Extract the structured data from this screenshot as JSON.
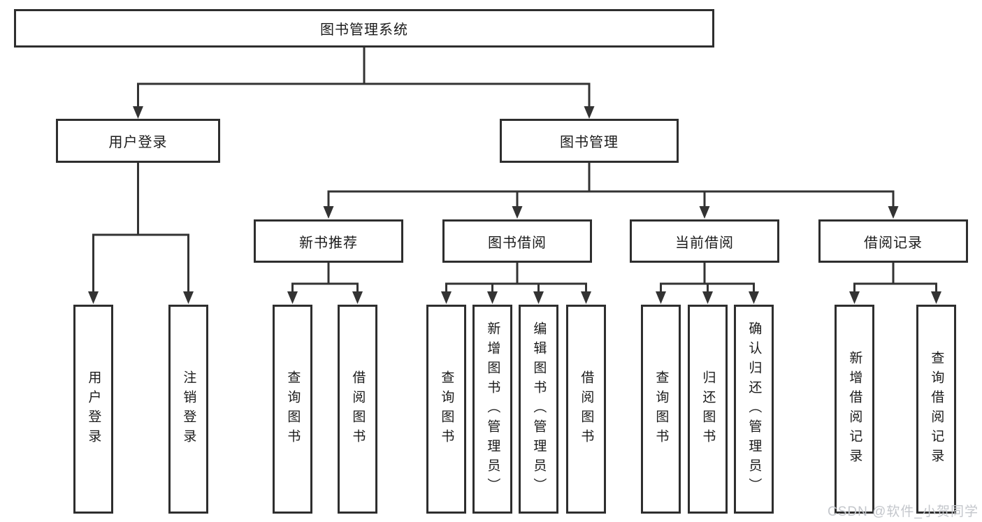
{
  "diagram": {
    "title": "图书管理系统",
    "tree": {
      "label": "图书管理系统",
      "children": [
        {
          "label": "用户登录",
          "children": [
            {
              "label": "用户登录"
            },
            {
              "label": "注销登录"
            }
          ]
        },
        {
          "label": "图书管理",
          "children": [
            {
              "label": "新书推荐",
              "children": [
                {
                  "label": "查询图书"
                },
                {
                  "label": "借阅图书"
                }
              ]
            },
            {
              "label": "图书借阅",
              "children": [
                {
                  "label": "查询图书"
                },
                {
                  "label": "新增图书（管理员）"
                },
                {
                  "label": "编辑图书（管理员）"
                },
                {
                  "label": "借阅图书"
                }
              ]
            },
            {
              "label": "当前借阅",
              "children": [
                {
                  "label": "查询图书"
                },
                {
                  "label": "归还图书"
                },
                {
                  "label": "确认归还（管理员）"
                }
              ]
            },
            {
              "label": "借阅记录",
              "children": [
                {
                  "label": "新增借阅记录"
                },
                {
                  "label": "查询借阅记录"
                }
              ]
            }
          ]
        }
      ]
    },
    "colors": {
      "line": "#333333",
      "box_border": "#2e2e2e",
      "text": "#1b1b1b",
      "background": "#ffffff",
      "watermark": "#c4c7cc"
    }
  },
  "watermark": {
    "text": "CSDN @软件_小贺同学"
  }
}
